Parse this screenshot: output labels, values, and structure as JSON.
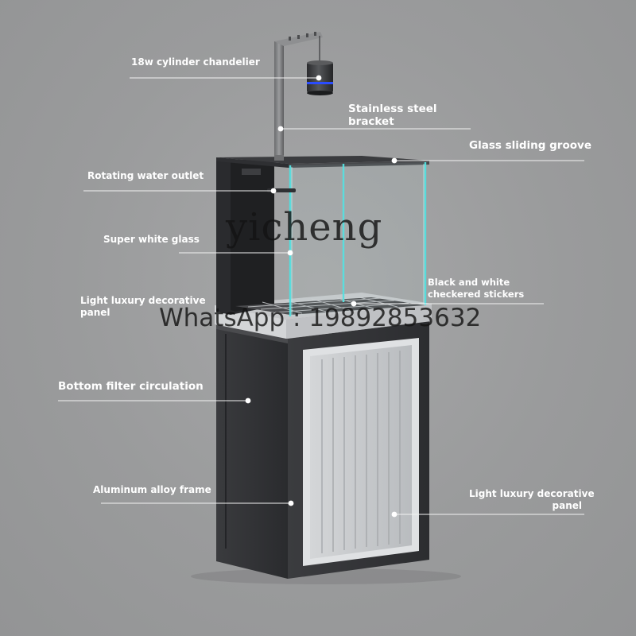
{
  "labels": {
    "chandelier": "18w cylinder chandelier",
    "bracket_line1": "Stainless steel",
    "bracket_line2": "bracket",
    "sliding_groove": "Glass sliding groove",
    "water_outlet": "Rotating water outlet",
    "glass": "Super white glass",
    "stickers_line1": "Black and white",
    "stickers_line2": "checkered stickers",
    "top_panel_line1": "Light luxury decorative",
    "top_panel_line2": "panel",
    "filter": "Bottom filter circulation",
    "frame": "Aluminum alloy frame",
    "door_panel_line1": "Light luxury decorative",
    "door_panel_line2": "panel"
  },
  "watermark": {
    "brand": "yicheng",
    "contact": "WhatsApp : 19892853632"
  },
  "colors": {
    "background": "#9a9b9c",
    "label_text": "#ffffff",
    "glass_edge": "#4fe0e0",
    "cabinet_frame": "#2f3033",
    "door_panel": "#c9cccf",
    "lamp_ring": "#2a4cff"
  }
}
